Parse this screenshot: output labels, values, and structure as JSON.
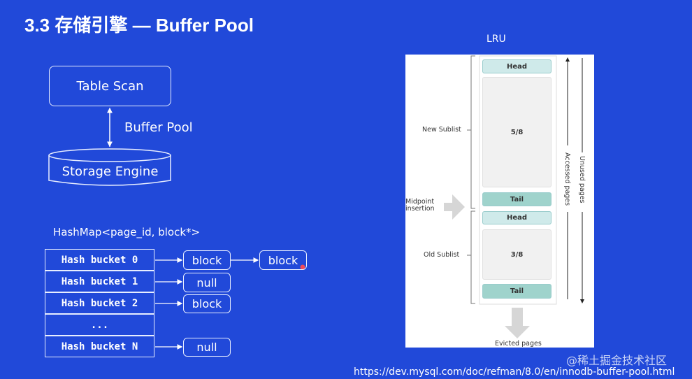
{
  "title": "3.3 存储引擎 — Buffer Pool",
  "stack": {
    "top": "Table Scan",
    "middle": "Buffer Pool",
    "bottom": "Storage Engine"
  },
  "hashmap": {
    "label": "HashMap<page_id, block*>",
    "buckets": [
      "Hash bucket 0",
      "Hash bucket 1",
      "Hash bucket 2",
      "...",
      "Hash bucket N"
    ],
    "chain": {
      "b0_1": "block",
      "b0_2": "block",
      "b1": "null",
      "b2": "block",
      "bN": "null"
    }
  },
  "lru": {
    "title": "LRU",
    "new_sublist": "New Sublist",
    "old_sublist": "Old Sublist",
    "head": "Head",
    "tail": "Tail",
    "new_fraction": "5/8",
    "old_fraction": "3/8",
    "midpoint": "Midpoint insertion",
    "accessed": "Accessed pages",
    "unused": "Unused pages",
    "evicted": "Evicted pages"
  },
  "source_url": "https://dev.mysql.com/doc/refman/8.0/en/innodb-buffer-pool.html",
  "watermark": "@稀土掘金技术社区",
  "colors": {
    "background": "#2149d9",
    "head": "#cfeaea",
    "tail": "#9fd3cc",
    "segment": "#f1f1f1"
  }
}
